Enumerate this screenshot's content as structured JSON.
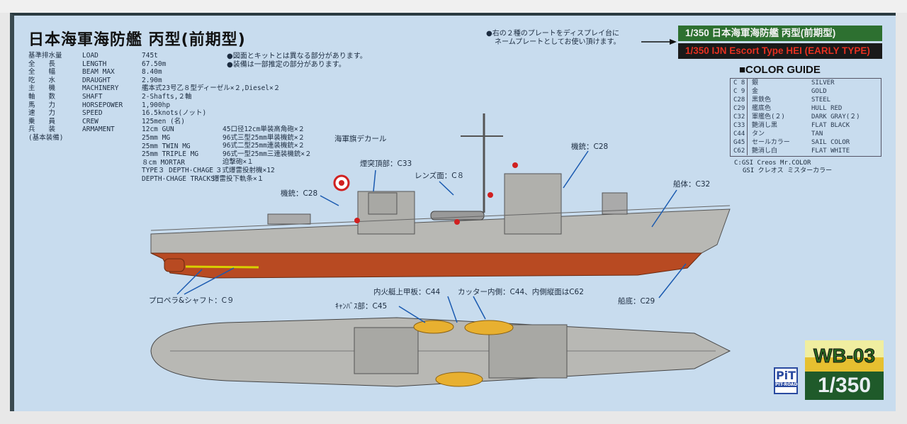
{
  "title": "日本海軍海防艦 丙型(前期型)",
  "specs": [
    [
      "基準排水量",
      "LOAD",
      "745t"
    ],
    [
      "全　　長",
      "LENGTH",
      "67.50m"
    ],
    [
      "全　　幅",
      "BEAM MAX",
      "8.40m"
    ],
    [
      "吃　　水",
      "DRAUGHT",
      "2.90m"
    ],
    [
      "主　　機",
      "MACHINERY",
      "艦本式23号乙８型ディーゼル×２,Diesel×２"
    ],
    [
      "軸　　数",
      "SHAFT",
      "2-Shafts,２軸"
    ],
    [
      "馬　　力",
      "HORSEPOWER",
      "1,900hp"
    ],
    [
      "速　　力",
      "SPEED",
      "16.5knots(ノット)"
    ],
    [
      "乗　　員",
      "CREW",
      "125men (名)"
    ],
    [
      "兵　　装",
      "ARMAMENT",
      "12cm GUN"
    ],
    [
      "(基本装備)",
      "",
      "25mm MG"
    ],
    [
      "",
      "",
      "25mm TWIN MG"
    ],
    [
      "",
      "",
      "25mm TRIPLE MG"
    ],
    [
      "",
      "",
      "８cm MORTAR"
    ],
    [
      "",
      "TYPE３ DEPTH-CHAGE",
      ""
    ],
    [
      "",
      "DEPTH-CHAGE TRACKS",
      ""
    ]
  ],
  "armament": [
    "45口径12cm単装高角砲×２",
    "96式三型25mm単装機銃×２",
    "96式二型25mm連装機銃×２",
    "96式一型25mm三連装機銃×２",
    "迫撃砲×１",
    "３式爆雷投射機×12",
    "爆雷投下軌条×１"
  ],
  "notes": [
    "●図面とキットとは異なる部分があります。",
    "●装備は一部推定の部分があります。"
  ],
  "plate_note": [
    "●右の２種のプレートをディスプレイ台に",
    "ネームプレートとしてお使い頂けます。"
  ],
  "plates": {
    "jp": "1/350 日本海軍海防艦 丙型(前期型)",
    "en": "1/350 IJN Escort Type HEI (EARLY TYPE)"
  },
  "color_guide": {
    "title": "■COLOR GUIDE",
    "rows": [
      [
        "C 8",
        "銀",
        "SILVER"
      ],
      [
        "C 9",
        "金",
        "GOLD"
      ],
      [
        "C28",
        "黒鉄色",
        "STEEL"
      ],
      [
        "C29",
        "艦底色",
        "HULL RED"
      ],
      [
        "C32",
        "軍艦色(２)",
        "DARK GRAY(２)"
      ],
      [
        "C33",
        "艶消し黒",
        "FLAT BLACK"
      ],
      [
        "C44",
        "タン",
        "TAN"
      ],
      [
        "G45",
        "セールカラー",
        "SAIL COLOR"
      ],
      [
        "C62",
        "艶消し白",
        "FLAT WHITE"
      ]
    ],
    "foot": [
      "C:GSI Creos Mr.COLOR",
      "GSI クレオス ミスターカラー"
    ]
  },
  "labels": {
    "flag": "海軍旗デカール",
    "funnel": "煙突頂部：C33",
    "lens": "レンズ面：C８",
    "mg1": "機銃：C28",
    "mg2": "機銃：C28",
    "hull": "船体：C32",
    "prop": "プロペラ&シャフト：C９",
    "bottom": "船底：C29",
    "boat": "内火艇上甲板：C44",
    "cutter": "カッター内側：C44、内側縦面はC62",
    "canvas": "ｷｬﾝﾊﾞｽ部：C45"
  },
  "product": {
    "code": "WB-03",
    "scale": "1/350",
    "brand": "PIT-ROAD",
    "brand_mark": "PiT"
  }
}
